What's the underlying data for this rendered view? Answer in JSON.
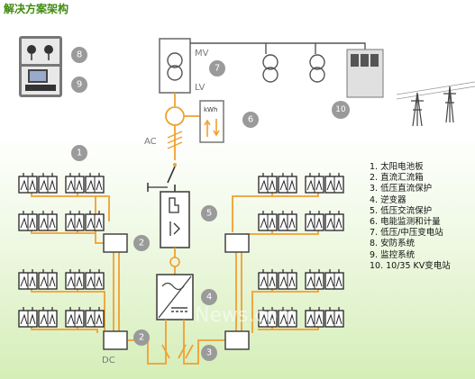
{
  "title": "解决方案架构",
  "labels": {
    "mv": "MV",
    "lv": "LV",
    "ac": "AC",
    "dc": "DC",
    "kwh": "kWh",
    "watermark": "News.com"
  },
  "badges": [
    "1",
    "2",
    "2",
    "3",
    "4",
    "5",
    "6",
    "7",
    "8",
    "9",
    "10"
  ],
  "legend": [
    "1.  太阳电池板",
    "2.  直流汇流箱",
    "3.  低压直流保护",
    "4.  逆变器",
    "5.  低压交流保护",
    "6.  电能监测和计量",
    "7.  低压/中压变电站",
    "8.  安防系统",
    "9.  监控系统",
    "10. 10/35 KV变电站"
  ],
  "colors": {
    "wire": "#f0a030",
    "badge": "#9a9a9a",
    "device": "#777777",
    "title": "#3f8a10",
    "background_gradient": "#d5eeb8"
  }
}
